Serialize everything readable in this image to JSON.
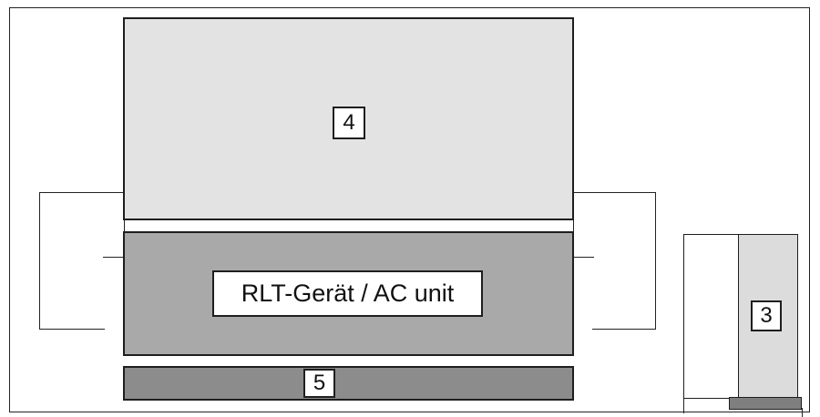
{
  "colors": {
    "box_4_fill": "#e3e3e3",
    "ac_unit_fill": "#a9a9a9",
    "box_5_fill": "#8c8c8c",
    "box_3_fill": "#dcdcdc",
    "base_3_fill": "#7f7f7f",
    "stroke": "#1e1e1e"
  },
  "diagram": {
    "box_4": {
      "label": "4"
    },
    "ac_unit": {
      "label": "RLT-Gerät / AC unit"
    },
    "box_5": {
      "label": "5"
    },
    "box_3": {
      "label": "3"
    }
  }
}
